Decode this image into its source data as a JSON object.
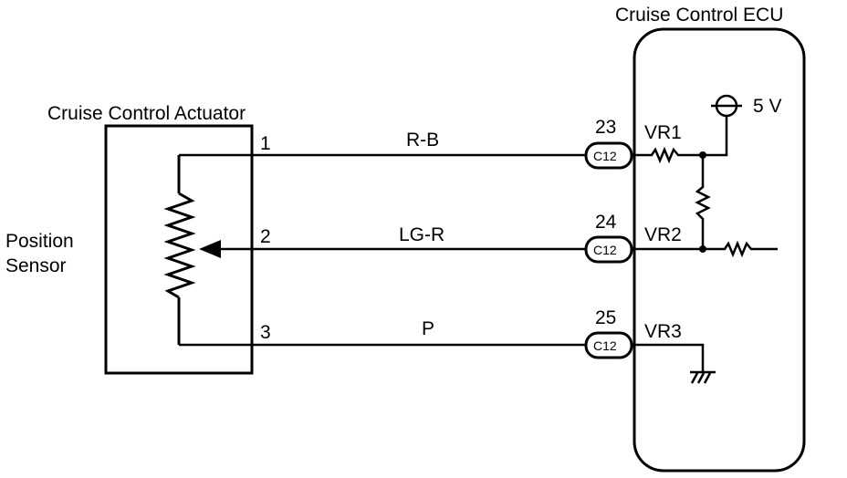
{
  "actuator": {
    "title": "Cruise Control Actuator",
    "sensor_label_line1": "Position",
    "sensor_label_line2": "Sensor"
  },
  "ecu": {
    "title": "Cruise Control ECU",
    "supply": "5 V"
  },
  "circuits": [
    {
      "pin": "1",
      "wire": "R-B",
      "ecu_pin": "23",
      "connector": "C12",
      "signal": "VR1"
    },
    {
      "pin": "2",
      "wire": "LG-R",
      "ecu_pin": "24",
      "connector": "C12",
      "signal": "VR2"
    },
    {
      "pin": "3",
      "wire": "P",
      "ecu_pin": "25",
      "connector": "C12",
      "signal": "VR3"
    }
  ]
}
